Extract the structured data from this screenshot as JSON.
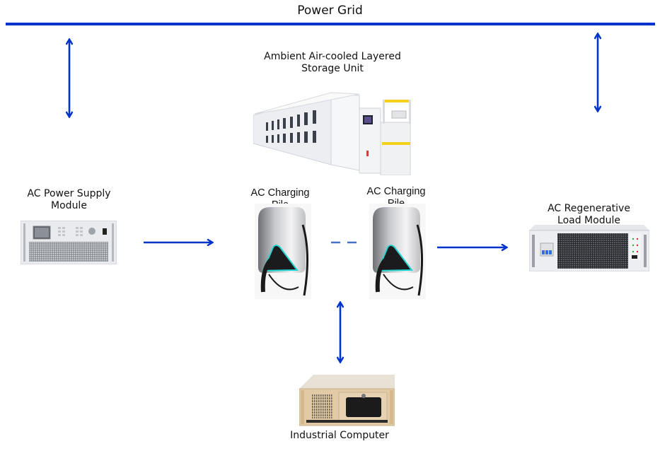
{
  "title": "Power Grid",
  "colors": {
    "arrow": "#0033cc",
    "dashed_link": "#4472c4",
    "grid_line": "#0033cc"
  },
  "nodes": {
    "storage_unit": {
      "label_line1": "Ambient Air-cooled Layered",
      "label_line2": "Storage Unit"
    },
    "ac_power_supply": {
      "label_line1": "AC Power Supply",
      "label_line2": "Module"
    },
    "charging_pile_1": {
      "label_line1": "AC Charging",
      "label_line2": "Pile"
    },
    "charging_pile_2": {
      "label_line1": "AC Charging",
      "label_line2": "Pile"
    },
    "regenerative_load": {
      "label_line1": "AC Regenerative",
      "label_line2": "Load Module"
    },
    "industrial_computer": {
      "label": "Industrial Computer"
    }
  },
  "connections": [
    {
      "from": "power-grid",
      "to": "ac-power-supply",
      "type": "bidirectional"
    },
    {
      "from": "power-grid",
      "to": "regenerative-load",
      "type": "bidirectional"
    },
    {
      "from": "ac-power-supply",
      "to": "charging-pile-1",
      "type": "directed"
    },
    {
      "from": "charging-pile-1",
      "to": "charging-pile-2",
      "type": "dashed"
    },
    {
      "from": "charging-pile-2",
      "to": "regenerative-load",
      "type": "directed"
    },
    {
      "from": "charging-piles",
      "to": "industrial-computer",
      "type": "bidirectional"
    }
  ]
}
